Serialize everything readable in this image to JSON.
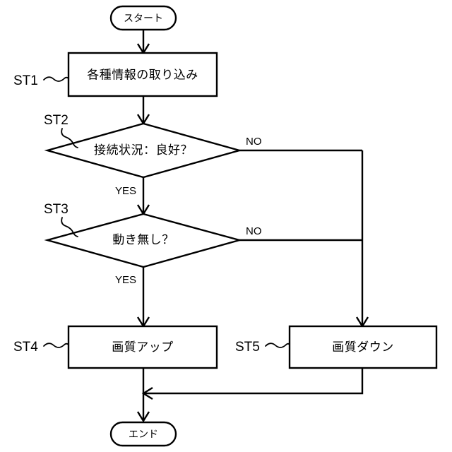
{
  "diagram": {
    "title": "",
    "type": "flowchart",
    "stroke_color": "#000000",
    "background_color": "#ffffff",
    "nodes": [
      {
        "id": "start",
        "kind": "terminator",
        "label": "スタート"
      },
      {
        "id": "st1",
        "kind": "process",
        "label": "各種情報の取り込み",
        "step": "ST1"
      },
      {
        "id": "st2",
        "kind": "decision",
        "label": "接続状況：良好？",
        "step": "ST2"
      },
      {
        "id": "st3",
        "kind": "decision",
        "label": "動き無し？",
        "step": "ST3"
      },
      {
        "id": "st4",
        "kind": "process",
        "label": "画質アップ",
        "step": "ST4"
      },
      {
        "id": "st5",
        "kind": "process",
        "label": "画質ダウン",
        "step": "ST5"
      },
      {
        "id": "end",
        "kind": "terminator",
        "label": "エンド"
      }
    ],
    "edges": [
      {
        "from": "start",
        "to": "st1",
        "label": ""
      },
      {
        "from": "st1",
        "to": "st2",
        "label": ""
      },
      {
        "from": "st2",
        "to": "st3",
        "label": "YES"
      },
      {
        "from": "st2",
        "to": "st5",
        "label": "NO"
      },
      {
        "from": "st3",
        "to": "st4",
        "label": "YES"
      },
      {
        "from": "st3",
        "to": "st5",
        "label": "NO"
      },
      {
        "from": "st4",
        "to": "end",
        "label": ""
      },
      {
        "from": "st5",
        "to": "end",
        "label": ""
      }
    ],
    "branch_labels": {
      "yes_top": "YES",
      "yes_bottom": "YES",
      "no_top": "NO",
      "no_bottom": "NO"
    },
    "step_labels": {
      "st1": "ST1",
      "st2": "ST2",
      "st3": "ST3",
      "st4": "ST4",
      "st5": "ST5"
    },
    "node_labels": {
      "start": "スタート",
      "st1": "各種情報の取り込み",
      "st2": "接続状況：良好？",
      "st3": "動き無し？",
      "st4": "画質アップ",
      "st5": "画質ダウン",
      "end": "エンド"
    }
  }
}
